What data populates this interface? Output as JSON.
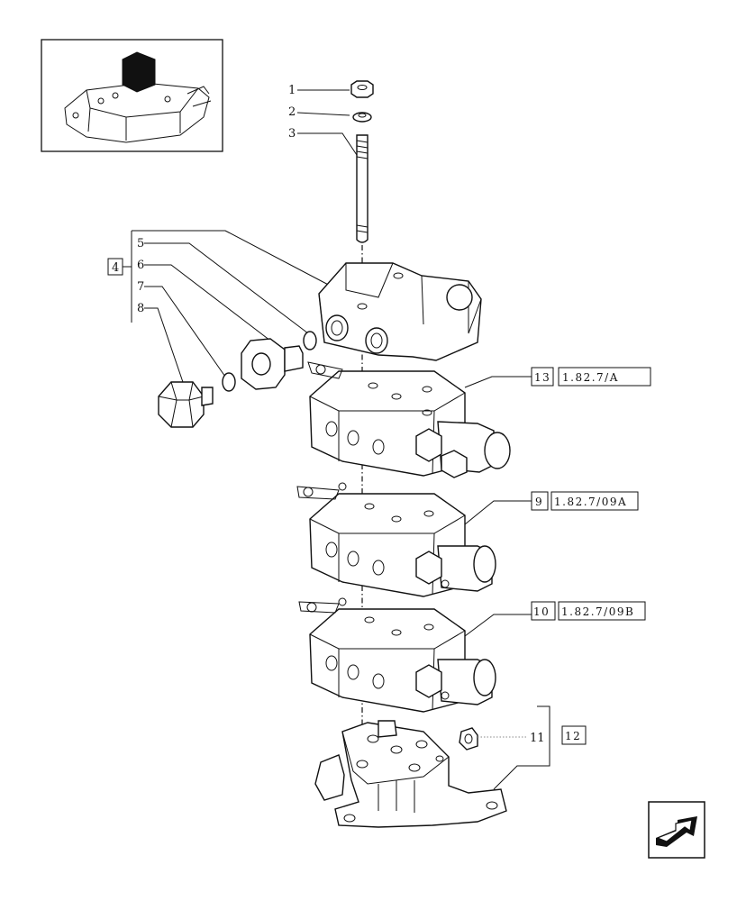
{
  "callouts": [
    {
      "id": "1",
      "text": "1"
    },
    {
      "id": "2",
      "text": "2"
    },
    {
      "id": "3",
      "text": "3"
    },
    {
      "id": "4",
      "text": "4"
    },
    {
      "id": "5",
      "text": "5"
    },
    {
      "id": "6",
      "text": "6"
    },
    {
      "id": "7",
      "text": "7"
    },
    {
      "id": "8",
      "text": "8"
    },
    {
      "id": "9",
      "text": "9"
    },
    {
      "id": "10",
      "text": "10"
    },
    {
      "id": "11",
      "text": "11"
    },
    {
      "id": "12",
      "text": "12"
    },
    {
      "id": "13",
      "text": "13"
    }
  ],
  "references": {
    "ref13": "1.82.7/A",
    "ref9": "1.82.7/09A",
    "ref10": "1.82.7/09B"
  },
  "thumbnail": {
    "icon": "tractor-lift-cover-locator"
  },
  "nav": {
    "icon": "arrow-navigation-icon"
  }
}
